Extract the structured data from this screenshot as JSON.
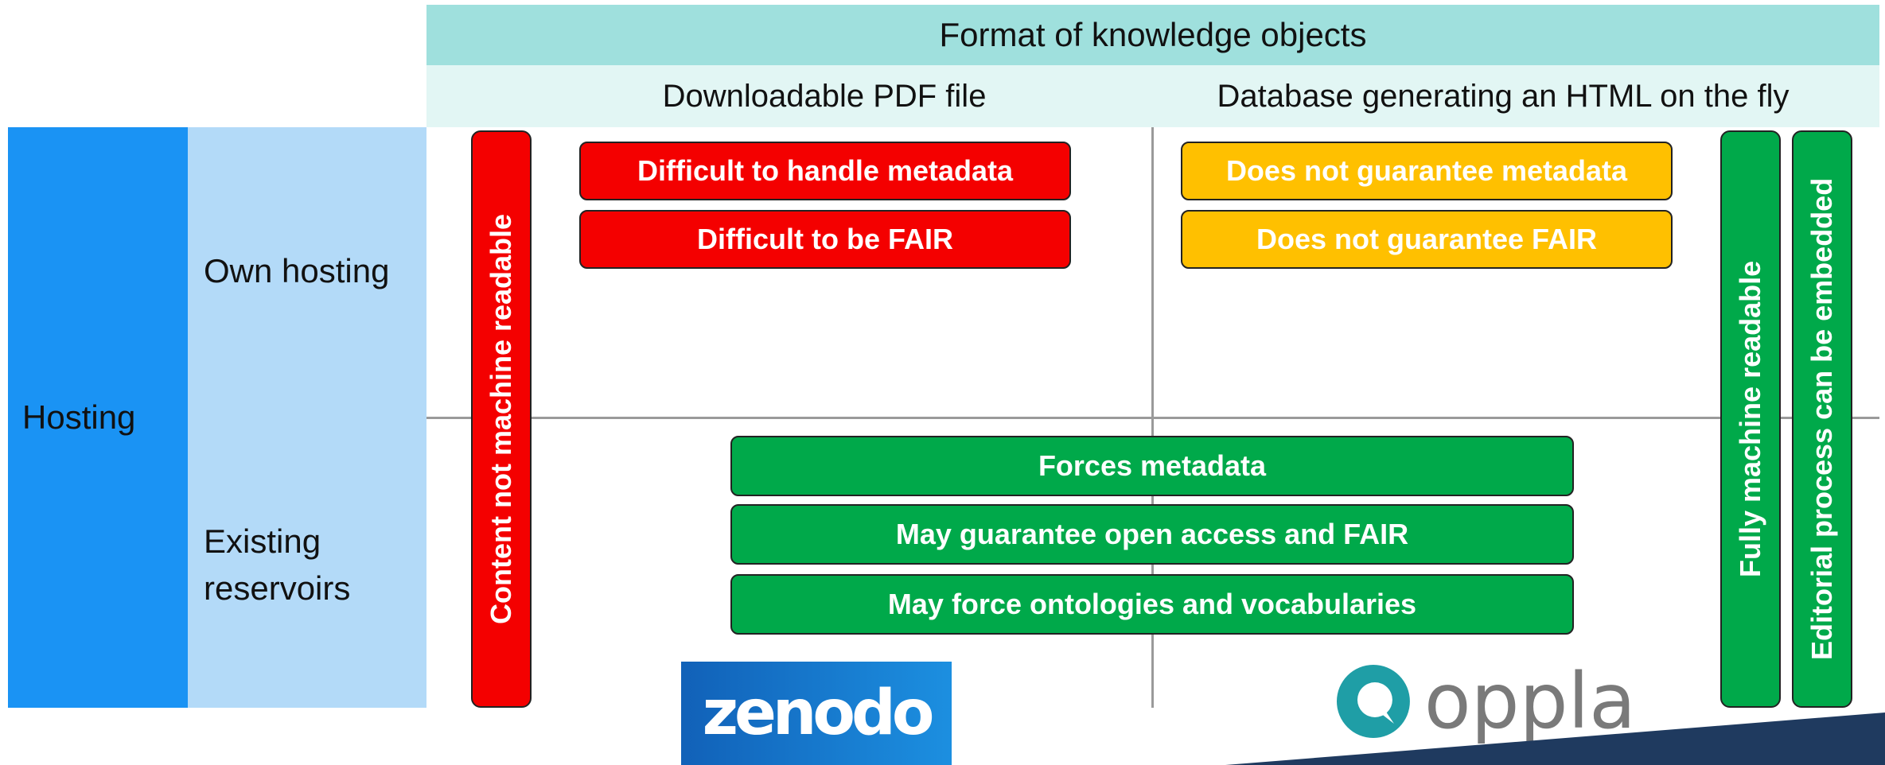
{
  "header": {
    "title": "Format of knowledge objects",
    "col_pdf": "Downloadable PDF file",
    "col_db": "Database generating an HTML on the fly"
  },
  "rows": {
    "hosting_label": "Hosting",
    "own_hosting": "Own hosting",
    "existing_line1": "Existing",
    "existing_line2": "reservoirs"
  },
  "pdf_issues": [
    "Difficult to handle metadata",
    "Difficult to be FAIR"
  ],
  "db_issues": [
    "Does not guarantee metadata",
    "Does not guarantee FAIR"
  ],
  "reservoir_benefits": [
    "Forces metadata",
    "May guarantee open access and FAIR",
    "May force ontologies and vocabularies"
  ],
  "vertical_bars": {
    "pdf": "Content not machine readable",
    "db_machine": "Fully machine readable",
    "db_editorial": "Editorial process can be embedded"
  },
  "logos": {
    "zenodo": "zenodo",
    "oppla": "oppla"
  },
  "colors": {
    "red": "#f40000",
    "amber": "#ffc000",
    "green": "#00a94a",
    "header": "#9fe0dd",
    "hosting": "#1a93f4"
  }
}
